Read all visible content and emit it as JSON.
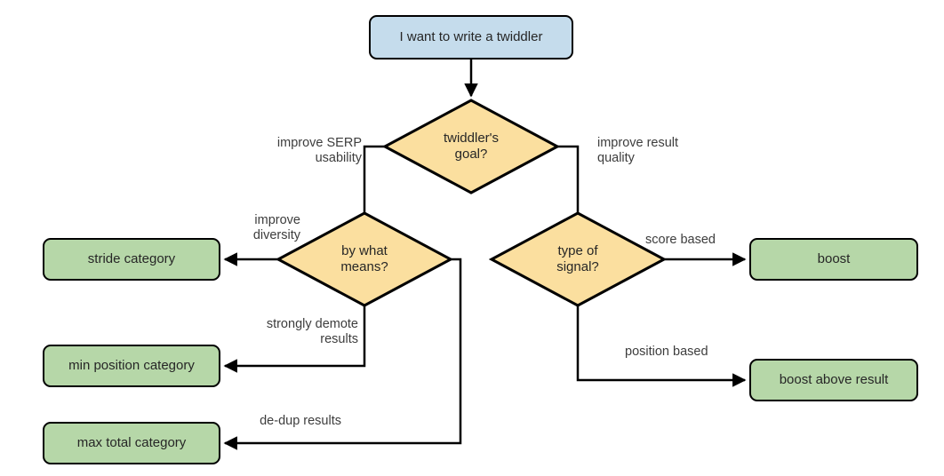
{
  "diagram": {
    "title": "I want to write a twiddler",
    "colors": {
      "start_fill": "#c5dcec",
      "decision_fill": "#fbdf9f",
      "result_fill": "#b6d7a8",
      "stroke": "#000000",
      "background": "#ffffff",
      "text": "#262626",
      "edge_label_text": "#3d3d3d"
    },
    "nodes": {
      "start": {
        "label": "I want to write a twiddler",
        "shape": "rounded-rect",
        "fill": "start_fill"
      },
      "goal_decision": {
        "label": "twiddler's\ngoal?",
        "shape": "diamond",
        "fill": "decision_fill"
      },
      "means_decision": {
        "label": "by what\nmeans?",
        "shape": "diamond",
        "fill": "decision_fill"
      },
      "signal_decision": {
        "label": "type of\nsignal?",
        "shape": "diamond",
        "fill": "decision_fill"
      },
      "stride_category": {
        "label": "stride category",
        "shape": "rounded-rect",
        "fill": "result_fill"
      },
      "min_position_category": {
        "label": "min position category",
        "shape": "rounded-rect",
        "fill": "result_fill"
      },
      "max_total_category": {
        "label": "max total category",
        "shape": "rounded-rect",
        "fill": "result_fill"
      },
      "boost": {
        "label": "boost",
        "shape": "rounded-rect",
        "fill": "result_fill"
      },
      "boost_above_result": {
        "label": "boost above result",
        "shape": "rounded-rect",
        "fill": "result_fill"
      }
    },
    "edges": [
      {
        "from": "start",
        "to": "goal_decision",
        "label": ""
      },
      {
        "from": "goal_decision",
        "to": "means_decision",
        "label": "improve SERP\nusability"
      },
      {
        "from": "goal_decision",
        "to": "signal_decision",
        "label": "improve result\nquality"
      },
      {
        "from": "means_decision",
        "to": "stride_category",
        "label": "improve\ndiversity"
      },
      {
        "from": "means_decision",
        "to": "min_position_category",
        "label": "strongly demote\nresults"
      },
      {
        "from": "means_decision",
        "to": "max_total_category",
        "label": "de-dup results"
      },
      {
        "from": "signal_decision",
        "to": "boost",
        "label": "score based"
      },
      {
        "from": "signal_decision",
        "to": "boost_above_result",
        "label": "position based"
      }
    ]
  }
}
